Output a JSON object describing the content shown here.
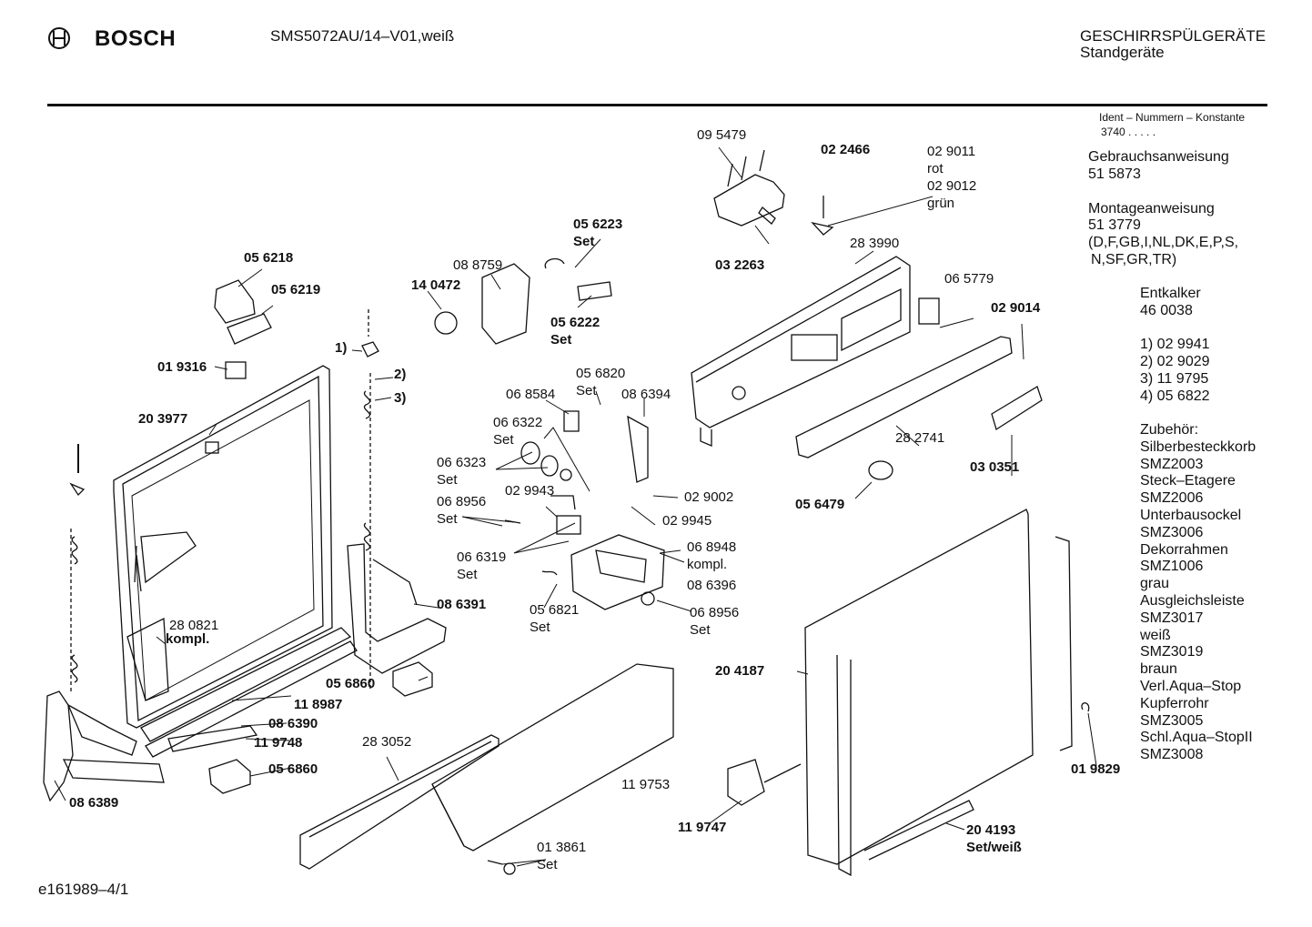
{
  "header": {
    "brand": "BOSCH",
    "model": "SMS5072AU/14–V01,weiß",
    "category": "GESCHIRRSPÜLGERÄTE",
    "subcategory": "Standgeräte"
  },
  "sidebar": {
    "ident_title": "Ident – Nummern – Konstante",
    "ident_value": "3740 . . . . .",
    "gebrauch_title": "Gebrauchsanweisung",
    "gebrauch_num": "51 5873",
    "montage_title": "Montageanweisung",
    "montage_num": "51 3779",
    "montage_lang1": "(D,F,GB,I,NL,DK,E,P,S,",
    "montage_lang2": "N,SF,GR,TR)",
    "entkalker_title": "Entkalker",
    "entkalker_num": "46 0038",
    "footnotes": [
      "1)  02 9941",
      "2)  02 9029",
      "3)  11 9795",
      "4)  05 6822"
    ],
    "zubehoer": [
      "Zubehör:",
      "Silberbesteckkorb",
      "SMZ2003",
      "Steck–Etagere",
      "SMZ2006",
      "Unterbausockel",
      "SMZ3006",
      "Dekorrahmen",
      "SMZ1006",
      "grau",
      "Ausgleichsleiste",
      "SMZ3017",
      "weiß",
      "SMZ3019",
      "braun",
      "Verl.Aqua–Stop",
      "Kupferrohr",
      "SMZ3005",
      "Schl.Aqua–StopII",
      "SMZ3008"
    ]
  },
  "footer": {
    "drawing_id": "e161989–4/1"
  },
  "parts": {
    "p095479": "09 5479",
    "p022466": "02 2466",
    "p029011": "02 9011",
    "rot": "rot",
    "p029012": "02 9012",
    "gruen": "grün",
    "p032263": "03 2263",
    "p283990": "28 3990",
    "p065779": "06 5779",
    "p029014": "02 9014",
    "p056223": "05 6223",
    "set": "Set",
    "p088759": "08 8759",
    "p140472": "14 0472",
    "p056222": "05 6222",
    "p056218": "05 6218",
    "p056219": "05 6219",
    "p019316": "01 9316",
    "m1": "1)",
    "m2": "2)",
    "m3": "3)",
    "p203977": "20 3977",
    "p056820": "05 6820",
    "p068584": "06 8584",
    "p086394": "08 6394",
    "p066322": "06 6322",
    "p066323": "06 6323",
    "p068956": "06 8956",
    "p029943": "02 9943",
    "p029002": "02 9002",
    "p029945": "02 9945",
    "p066319": "06 6319",
    "p068948": "06 8948",
    "kompl": "kompl.",
    "p086396": "08 6396",
    "p056821": "05 6821",
    "p282741": "28 2741",
    "p030351": "03 0351",
    "p056479": "05 6479",
    "p086391": "08 6391",
    "p280821": "28 0821",
    "p056860": "05 6860",
    "p118987": "11 8987",
    "p086390": "08 6390",
    "p119748": "11 9748",
    "p086389": "08 6389",
    "p283052": "28 3052",
    "p119753": "11 9753",
    "p013861": "01 3861",
    "p204187": "20 4187",
    "p119747": "11 9747",
    "p204193": "20 4193",
    "setweiss": "Set/weiß",
    "p019829": "01 9829"
  }
}
